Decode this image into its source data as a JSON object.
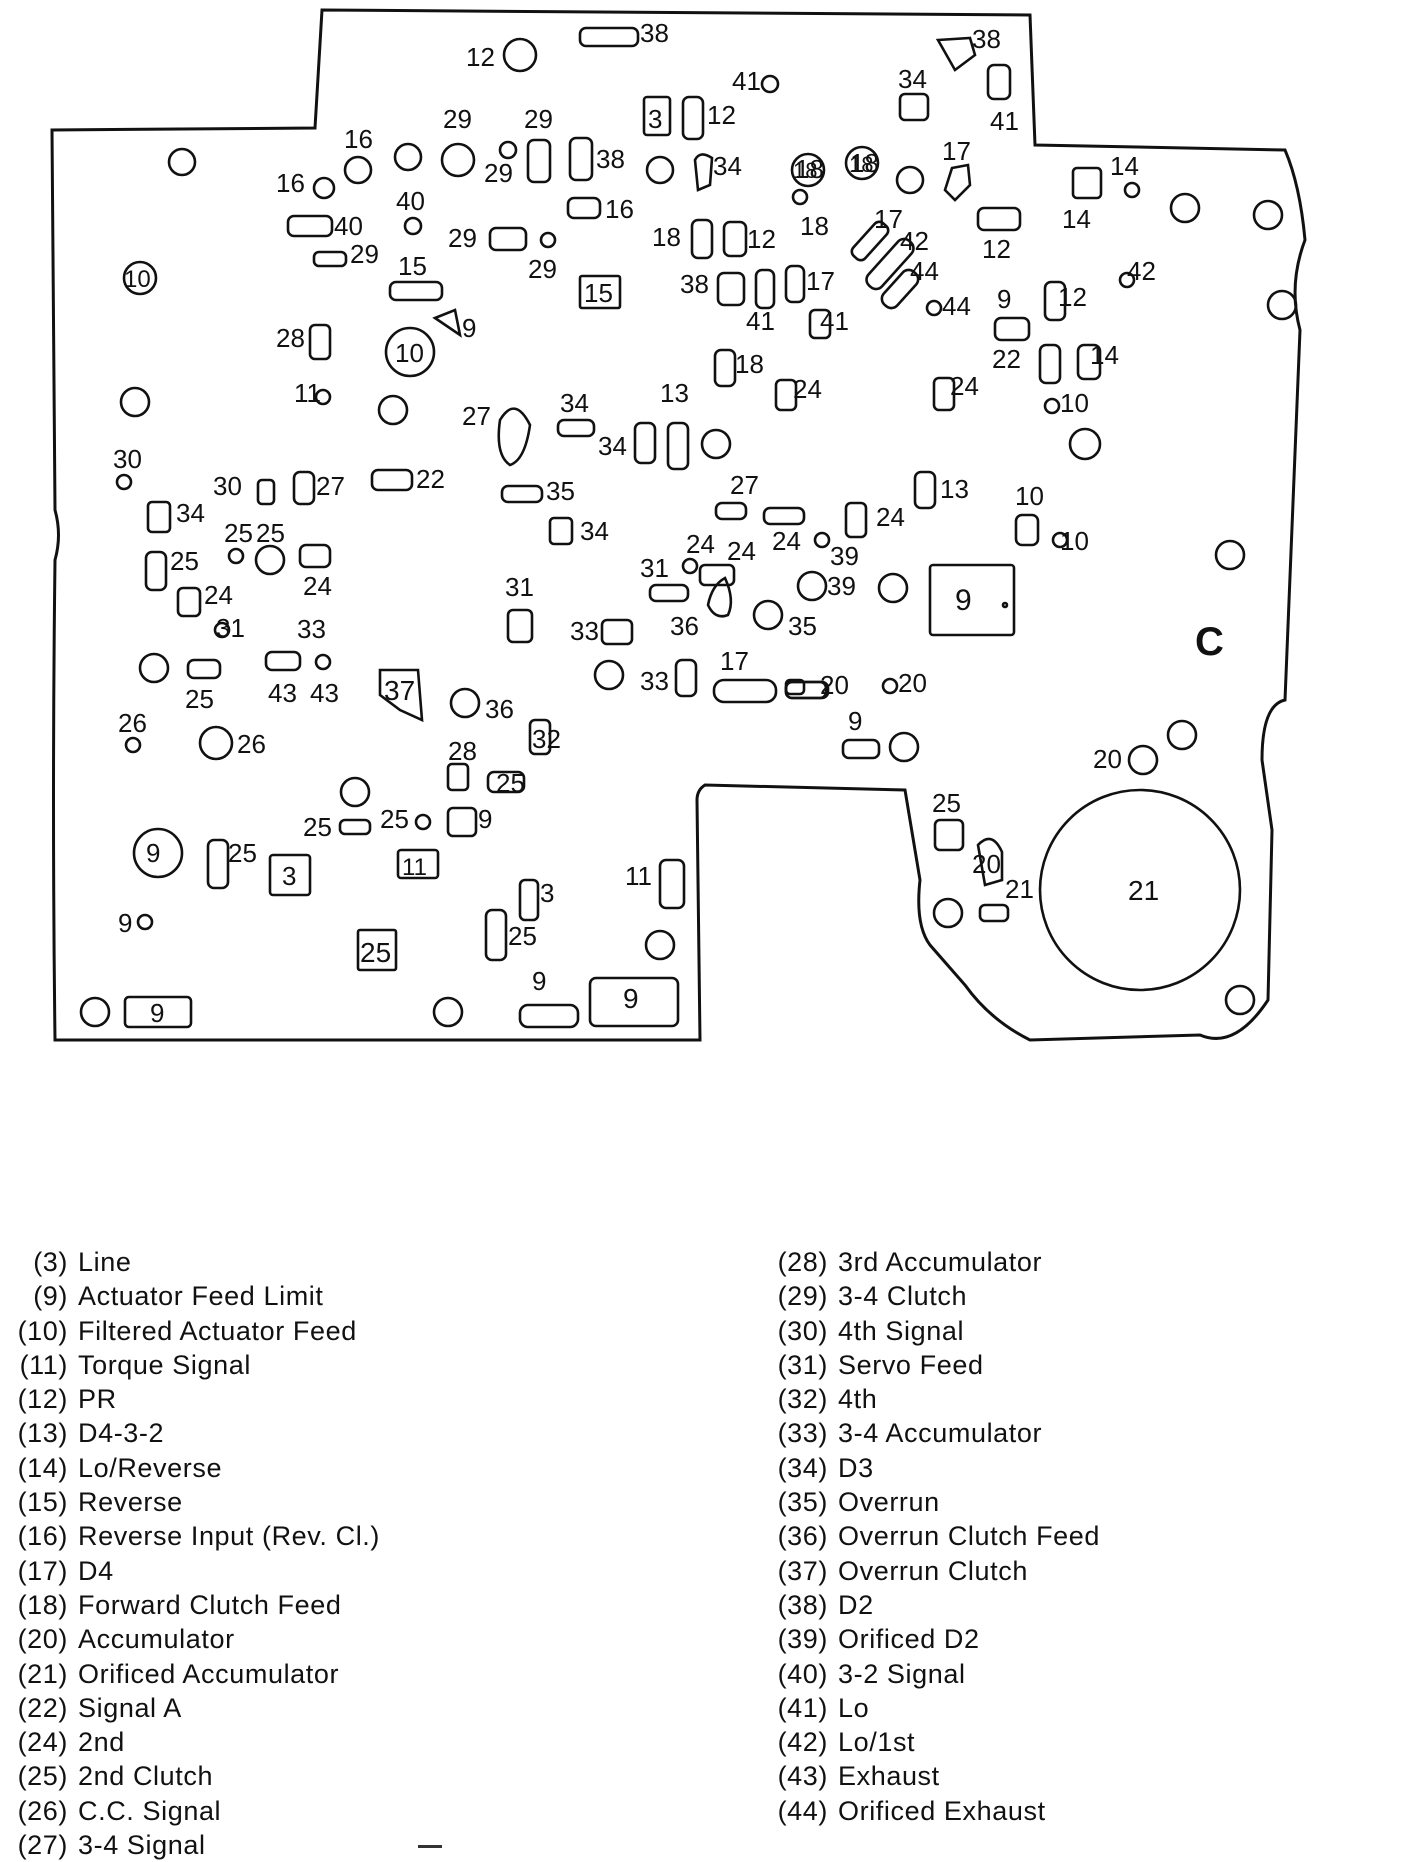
{
  "diagram": {
    "corner_letter": "C",
    "passage_labels": [
      "3",
      "9",
      "10",
      "11",
      "12",
      "13",
      "14",
      "15",
      "16",
      "17",
      "18",
      "20",
      "21",
      "22",
      "24",
      "25",
      "26",
      "27",
      "28",
      "29",
      "30",
      "31",
      "32",
      "33",
      "34",
      "35",
      "36",
      "37",
      "38",
      "39",
      "40",
      "41",
      "42",
      "43",
      "44"
    ]
  },
  "legend": {
    "left": [
      {
        "code": "(3)",
        "name": "Line"
      },
      {
        "code": "(9)",
        "name": "Actuator Feed Limit"
      },
      {
        "code": "(10)",
        "name": "Filtered Actuator Feed"
      },
      {
        "code": "(11)",
        "name": "Torque Signal"
      },
      {
        "code": "(12)",
        "name": "PR"
      },
      {
        "code": "(13)",
        "name": "D4-3-2"
      },
      {
        "code": "(14)",
        "name": "Lo/Reverse"
      },
      {
        "code": "(15)",
        "name": "Reverse"
      },
      {
        "code": "(16)",
        "name": "Reverse Input (Rev. Cl.)"
      },
      {
        "code": "(17)",
        "name": "D4"
      },
      {
        "code": "(18)",
        "name": "Forward Clutch Feed"
      },
      {
        "code": "(20)",
        "name": "Accumulator"
      },
      {
        "code": "(21)",
        "name": "Orificed Accumulator"
      },
      {
        "code": "(22)",
        "name": "Signal A"
      },
      {
        "code": "(24)",
        "name": "2nd"
      },
      {
        "code": "(25)",
        "name": "2nd Clutch"
      },
      {
        "code": "(26)",
        "name": "C.C. Signal"
      },
      {
        "code": "(27)",
        "name": "3-4 Signal"
      }
    ],
    "right": [
      {
        "code": "(28)",
        "name": "3rd Accumulator"
      },
      {
        "code": "(29)",
        "name": "3-4 Clutch"
      },
      {
        "code": "(30)",
        "name": "4th Signal"
      },
      {
        "code": "(31)",
        "name": "Servo Feed"
      },
      {
        "code": "(32)",
        "name": "4th"
      },
      {
        "code": "(33)",
        "name": "3-4 Accumulator"
      },
      {
        "code": "(34)",
        "name": "D3"
      },
      {
        "code": "(35)",
        "name": "Overrun"
      },
      {
        "code": "(36)",
        "name": "Overrun Clutch Feed"
      },
      {
        "code": "(37)",
        "name": "Overrun Clutch"
      },
      {
        "code": "(38)",
        "name": "D2"
      },
      {
        "code": "(39)",
        "name": "Orificed D2"
      },
      {
        "code": "(40)",
        "name": "3-2 Signal"
      },
      {
        "code": "(41)",
        "name": "Lo"
      },
      {
        "code": "(42)",
        "name": "Lo/1st"
      },
      {
        "code": "(43)",
        "name": "Exhaust"
      },
      {
        "code": "(44)",
        "name": "Orificed Exhaust"
      }
    ]
  }
}
